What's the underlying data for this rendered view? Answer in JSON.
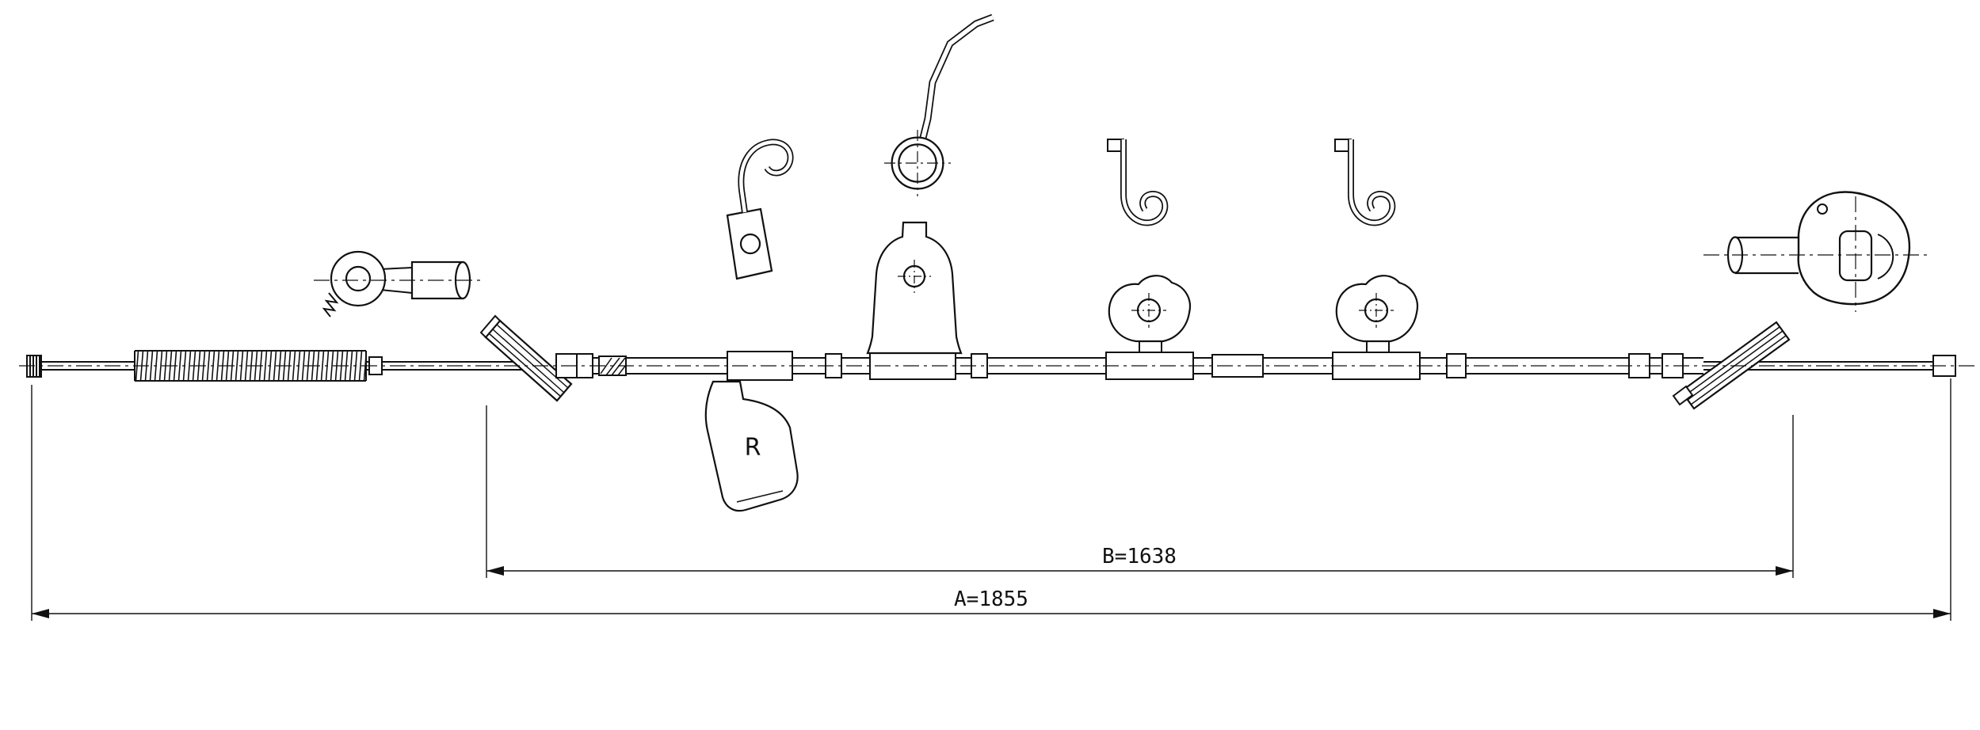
{
  "drawing": {
    "dimensions": {
      "overall_length": "A=1855",
      "intermediate_length": "B=1638"
    },
    "markings": {
      "bracket_letter": "R"
    },
    "colors": {
      "line": "#111111",
      "background": "#ffffff"
    }
  }
}
